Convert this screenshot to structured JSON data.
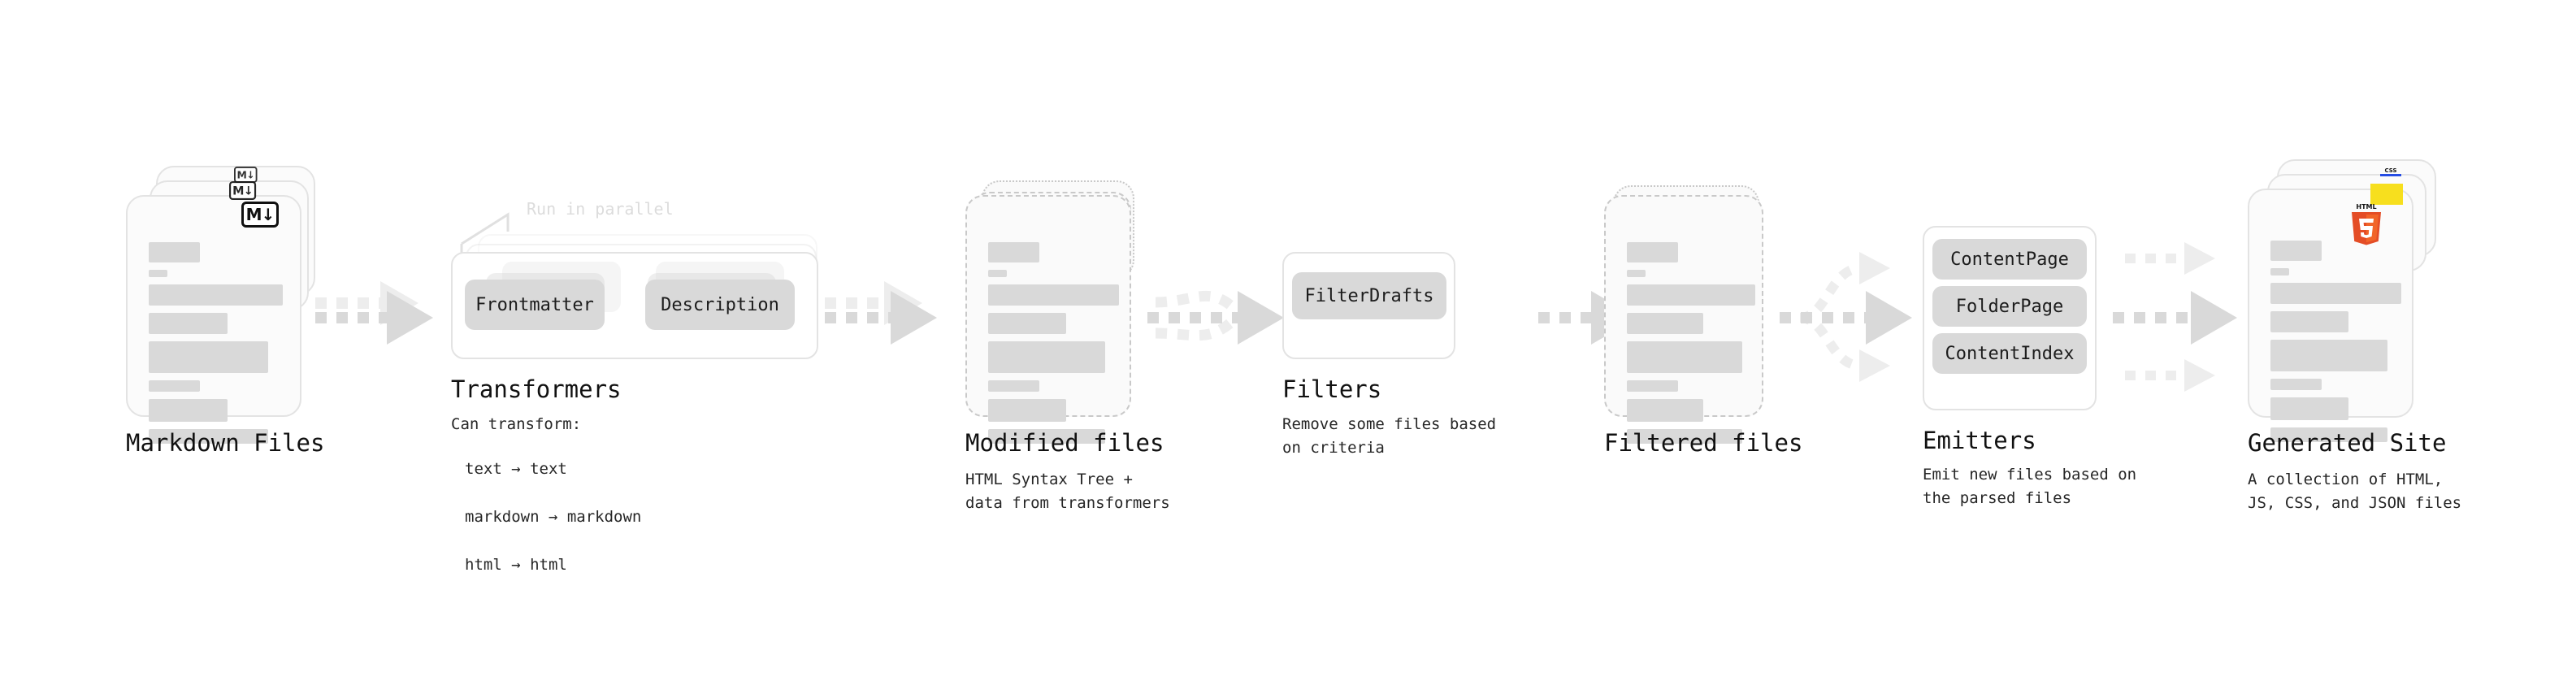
{
  "diagram": {
    "title": "Content pipeline diagram",
    "background": "#ffffff",
    "accent_gray": "#d9d9d9",
    "line_gray": "#e3e3e3"
  },
  "stages": [
    {
      "id": "markdown-files",
      "title": "Markdown Files",
      "caption": "",
      "kind": "document-stack",
      "badge": "markdown-icon",
      "badge_text": "M↓"
    },
    {
      "id": "transformers",
      "title": "Transformers",
      "caption": "Can transform:",
      "kind": "process",
      "parallel_note": "Run in parallel",
      "chips": [
        "Frontmatter",
        "Description"
      ],
      "transform_list": [
        "text → text",
        "markdown → markdown",
        "html → html"
      ]
    },
    {
      "id": "modified-files",
      "title": "Modified files",
      "caption": "HTML Syntax Tree +\ndata from transformers",
      "kind": "document-stack-dashed"
    },
    {
      "id": "filters",
      "title": "Filters",
      "caption": "Remove some files based\non criteria",
      "kind": "process",
      "chips": [
        "FilterDrafts"
      ]
    },
    {
      "id": "filtered-files",
      "title": "Filtered files",
      "caption": "",
      "kind": "document-stack-dashed"
    },
    {
      "id": "emitters",
      "title": "Emitters",
      "caption": "Emit new files based on\nthe parsed files",
      "kind": "process",
      "chips": [
        "ContentPage",
        "FolderPage",
        "ContentIndex"
      ]
    },
    {
      "id": "generated-site",
      "title": "Generated Site",
      "caption": "A collection of HTML,\nJS, CSS, and JSON files",
      "kind": "document-stack",
      "badges": [
        "html5-icon",
        "js-icon",
        "css-icon"
      ],
      "html5_label_top": "HTML",
      "html5_label_num": "5",
      "css_label": "CSS"
    }
  ],
  "icons": {
    "markdown": {
      "name": "markdown-icon",
      "glyph": "M↓",
      "color": "#111111"
    },
    "html5": {
      "name": "html5-icon",
      "color": "#e44d26",
      "shade": "#f16529",
      "text": "HTML",
      "num": "5"
    },
    "js": {
      "name": "js-icon",
      "color": "#f7df1e"
    },
    "css": {
      "name": "css-icon",
      "color": "#264de4",
      "text": "CSS"
    }
  },
  "arrows": {
    "style": "dashed-with-triangle-head",
    "color": "#d9d9d9",
    "faded_color": "#ededed"
  }
}
